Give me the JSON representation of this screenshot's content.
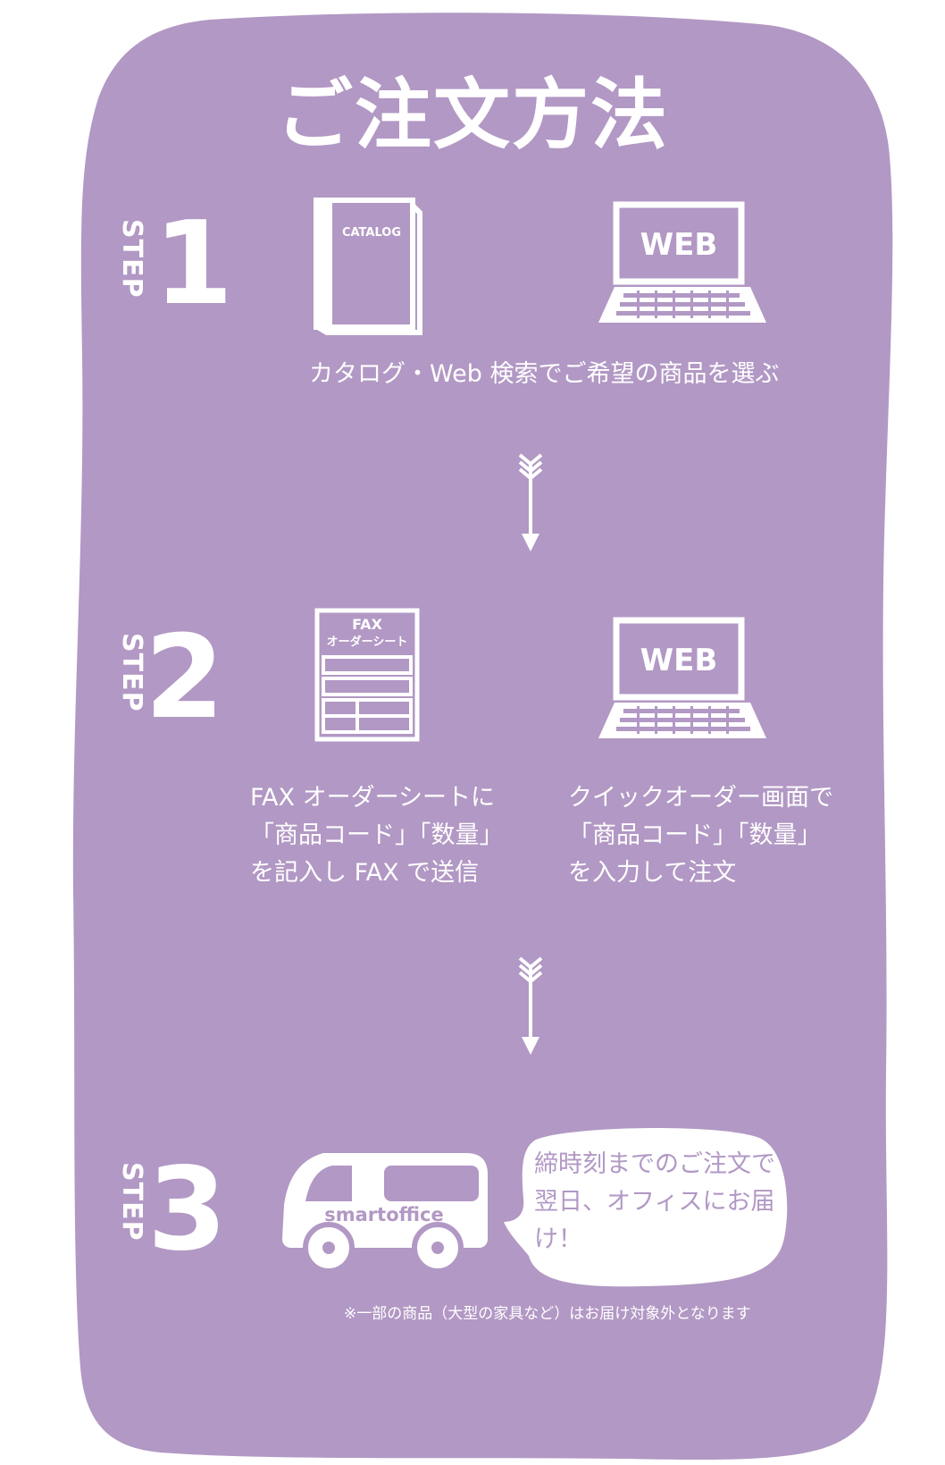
{
  "colors": {
    "background": "#b298c4",
    "foreground": "#ffffff",
    "accent_text": "#b198c5"
  },
  "title": "ご注文方法",
  "steps": [
    {
      "label": "STEP",
      "number": "1",
      "icons": [
        {
          "name": "catalog-icon",
          "text": "CATALOG"
        },
        {
          "name": "laptop-icon",
          "text": "WEB"
        }
      ],
      "description": "カタログ・Web 検索でご希望の商品を選ぶ"
    },
    {
      "label": "STEP",
      "number": "2",
      "icons": [
        {
          "name": "fax-order-sheet-icon",
          "text_line1": "FAX",
          "text_line2": "オーダーシート"
        },
        {
          "name": "laptop-icon",
          "text": "WEB"
        }
      ],
      "description_left": "FAX オーダーシートに\n「商品コード」「数量」\nを記入し FAX で送信",
      "description_right": "クイックオーダー画面で\n「商品コード」「数量」\nを入力して注文"
    },
    {
      "label": "STEP",
      "number": "3",
      "icons": [
        {
          "name": "delivery-van-icon",
          "text": "smartoffice"
        }
      ],
      "bubble": "締時刻までのご注文で\n翌日、オフィスにお届\nけ！"
    }
  ],
  "arrows": [
    {
      "name": "arrow-down-icon"
    },
    {
      "name": "arrow-down-icon"
    }
  ],
  "note": "※一部の商品（大型の家具など）はお届け対象外となります"
}
